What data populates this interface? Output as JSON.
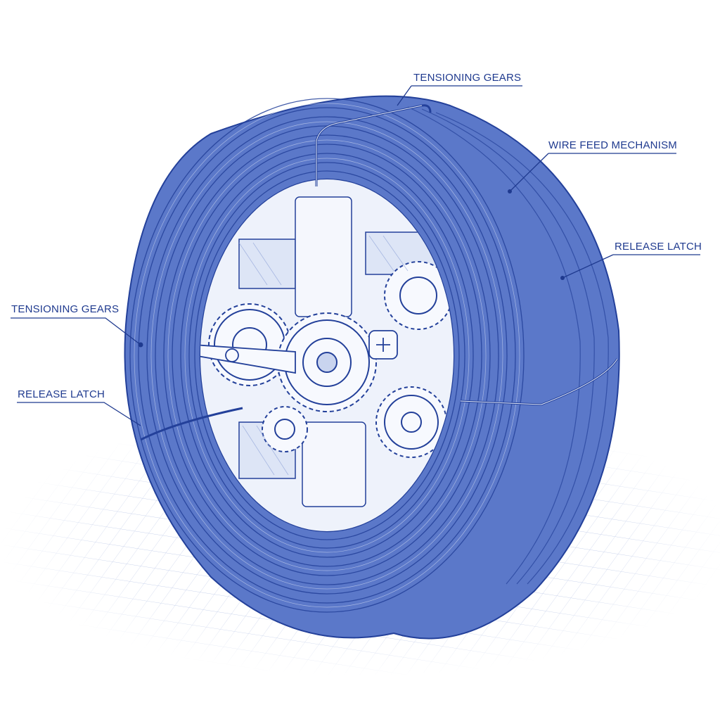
{
  "diagram": {
    "subject": "Wire coil with cutaway gear mechanism",
    "style": "blueprint line drawing on isometric grid",
    "colors": {
      "ink": "#1f3a8f",
      "coil_fill": "#5b78c9",
      "coil_dark": "#23409a",
      "mechanism_fill": "#e9eefa",
      "grid": "#b9c6e6",
      "background": "#ffffff"
    },
    "callouts": [
      {
        "id": "top-tensioning-gears",
        "label": "TENSIONING GEARS",
        "side": "top"
      },
      {
        "id": "right-wire-feed",
        "label": "WIRE FEED MECHANISM",
        "side": "right"
      },
      {
        "id": "right-release-latch",
        "label": "RELEASE LATCH",
        "side": "right"
      },
      {
        "id": "left-tensioning-gears",
        "label": "TENSIONING GEARS",
        "side": "left"
      },
      {
        "id": "left-release-latch",
        "label": "RELEASE LATCH",
        "side": "left"
      }
    ]
  }
}
